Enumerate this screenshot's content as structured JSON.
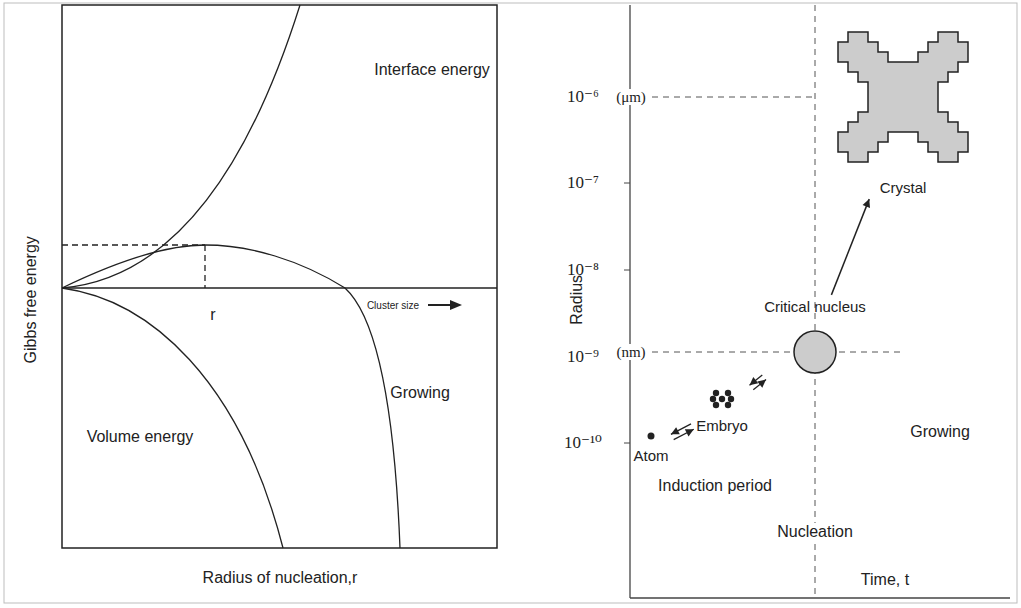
{
  "diagram": {
    "nodes": [
      {
        "text": [
          "Atom"
        ]
      },
      {
        "text": [
          "Embryo"
        ]
      },
      {
        "text": [
          "Critical nucleus"
        ]
      },
      {
        "text": [
          "Crystal"
        ]
      }
    ],
    "edges": [
      {
        "from": 0,
        "to": 1,
        "arrow": "both"
      },
      {
        "from": 1,
        "to": 2,
        "arrow": "both"
      },
      {
        "from": 2,
        "to": 3,
        "arrow": "to"
      }
    ],
    "labels": [
      "Gibbs free energy",
      "Interface energy",
      "r",
      "Cluster size",
      "Volume energy",
      "Growing",
      "Radius of nucleation,r",
      "10⁻⁶",
      "(μm)",
      "10⁻⁷",
      "10⁻⁸",
      "(nm)",
      "10⁻⁹",
      "10⁻¹⁰",
      "Induction period",
      "Growing",
      "Nucleation",
      "Radius",
      "Time, t"
    ]
  }
}
